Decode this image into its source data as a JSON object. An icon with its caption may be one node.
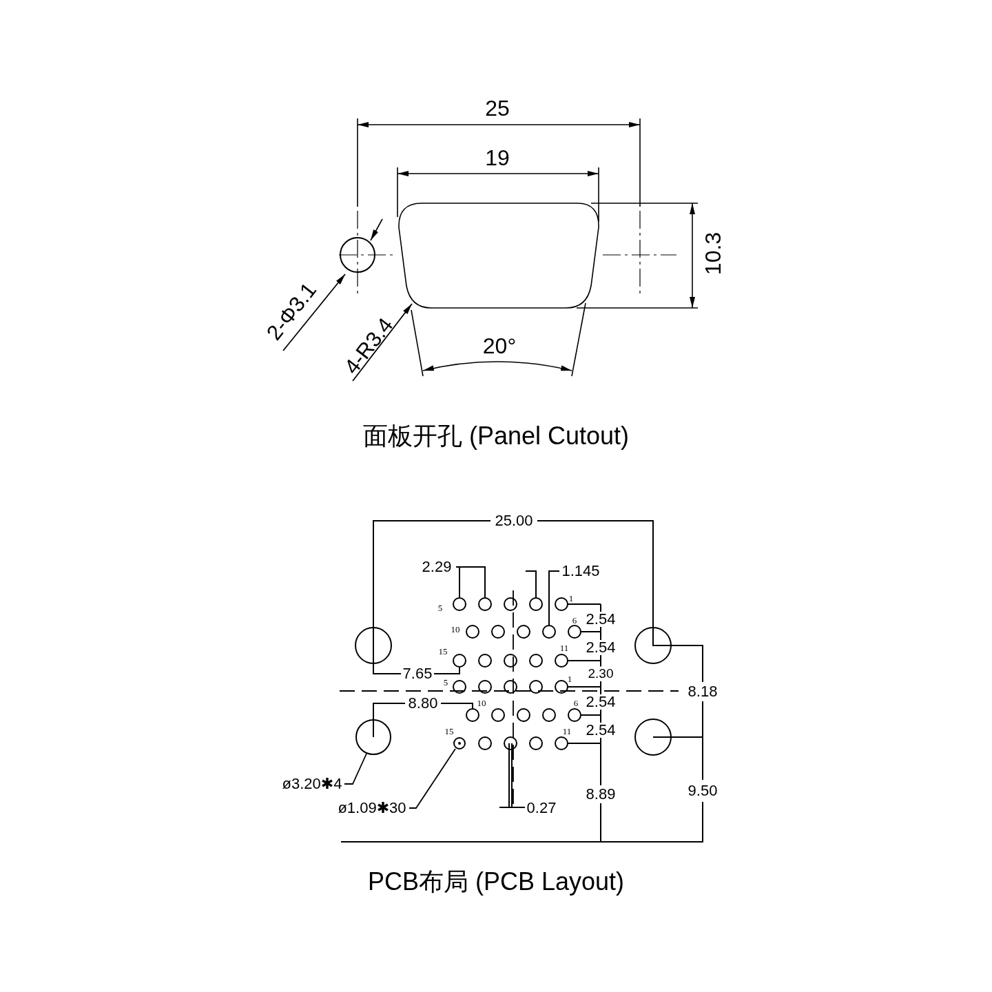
{
  "diagram": {
    "nodes": [
      {
        "text": [
          "2-Φ3.1"
        ]
      },
      {
        "text": [],
        "shape": "circle"
      },
      {
        "text": [
          "4-R3.4"
        ]
      },
      {
        "text": [],
        "shape": "box"
      },
      {
        "text": [
          "ø3.20✱4"
        ]
      },
      {
        "text": [],
        "shape": "circle"
      },
      {
        "text": [
          "ø1.09✱30"
        ]
      },
      {
        "text": [],
        "shape": "circle"
      }
    ],
    "edges": [
      {
        "from": 0,
        "to": 1,
        "arrow": "to"
      },
      {
        "from": 2,
        "to": 3,
        "arrow": "to"
      },
      {
        "from": 4,
        "to": 5,
        "arrow": "none"
      },
      {
        "from": 6,
        "to": 7,
        "arrow": "none"
      }
    ],
    "labels": [
      "25",
      "19",
      "10.3",
      "20°",
      "面板开孔 (Panel Cutout)",
      "25.00",
      "2.29",
      "1.145",
      "5",
      "1",
      "2.54",
      "6",
      "10",
      "2.54",
      "11",
      "15",
      "7.65",
      "2.30",
      "5",
      "1",
      "8.18",
      "8.80",
      "10",
      "2.54",
      "6",
      "2.54",
      "11",
      "15",
      "9.50",
      "8.89",
      "0.27",
      "PCB布局 (PCB Layout)"
    ]
  }
}
